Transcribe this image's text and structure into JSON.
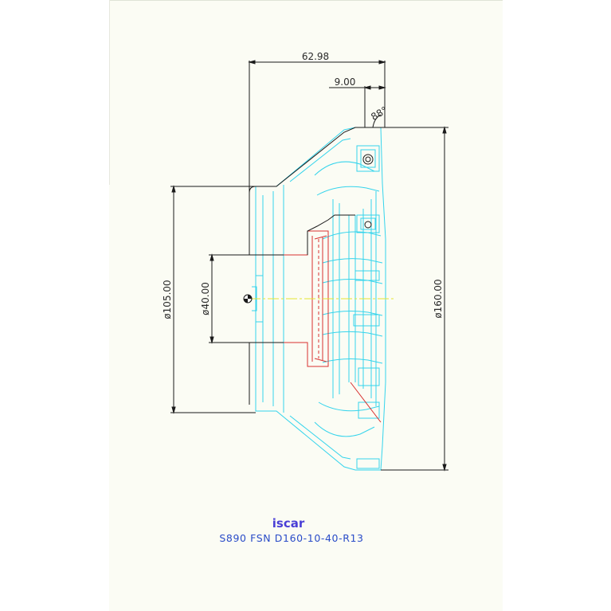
{
  "dimensions": {
    "overall_length": "62.98",
    "insert_offset": "9.00",
    "angle": "88°",
    "diameter_105": "ø105.00",
    "diameter_40": "ø40.00",
    "diameter_160": "ø160.00"
  },
  "title_block": {
    "logo_text": "iscar",
    "part_number": "S890 FSN D160-10-40-R13"
  },
  "colors": {
    "background": "#fbfcf4",
    "outline": "#1a1a1a",
    "body": "#35d4ec",
    "bore": "#d83030",
    "centerline": "#e6e632",
    "caption": "#2a4cc8"
  }
}
